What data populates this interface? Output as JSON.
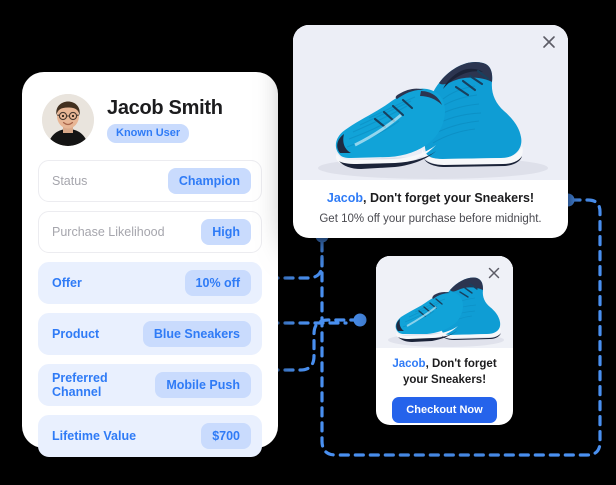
{
  "theme": {
    "background": "#000000",
    "card_bg": "#ffffff",
    "accent_blue": "#2f7bf6",
    "accent_blue_dark": "#2563eb",
    "badge_bg": "#c9dbfd",
    "accent_row_bg": "#e9f0fe",
    "muted_text": "#a6a6ad",
    "connector_color": "#4a90f0"
  },
  "profile": {
    "avatar_icon": "user-avatar-photo",
    "name": "Jacob Smith",
    "badge": "Known User",
    "rows": [
      {
        "label": "Status",
        "value": "Champion",
        "style": "plain"
      },
      {
        "label": "Purchase Likelihood",
        "value": "High",
        "style": "plain"
      },
      {
        "label": "Offer",
        "value": "10% off",
        "style": "accent"
      },
      {
        "label": "Product",
        "value": "Blue Sneakers",
        "style": "accent"
      },
      {
        "label": "Preferred Channel",
        "value": "Mobile Push",
        "style": "accent"
      },
      {
        "label": "Lifetime Value",
        "value": "$700",
        "style": "accent"
      }
    ]
  },
  "notification_large": {
    "image_icon": "blue-sneakers-photo",
    "close_icon": "close-icon",
    "title_highlight": "Jacob",
    "title_rest": ", Don't forget your Sneakers!",
    "subtitle": "Get 10% off your purchase before midnight."
  },
  "notification_small": {
    "image_icon": "blue-sneakers-photo",
    "close_icon": "close-icon",
    "title_highlight": "Jacob",
    "title_rest": ", Don't forget",
    "title_line2": "your Sneakers!",
    "cta_label": "Checkout Now"
  }
}
